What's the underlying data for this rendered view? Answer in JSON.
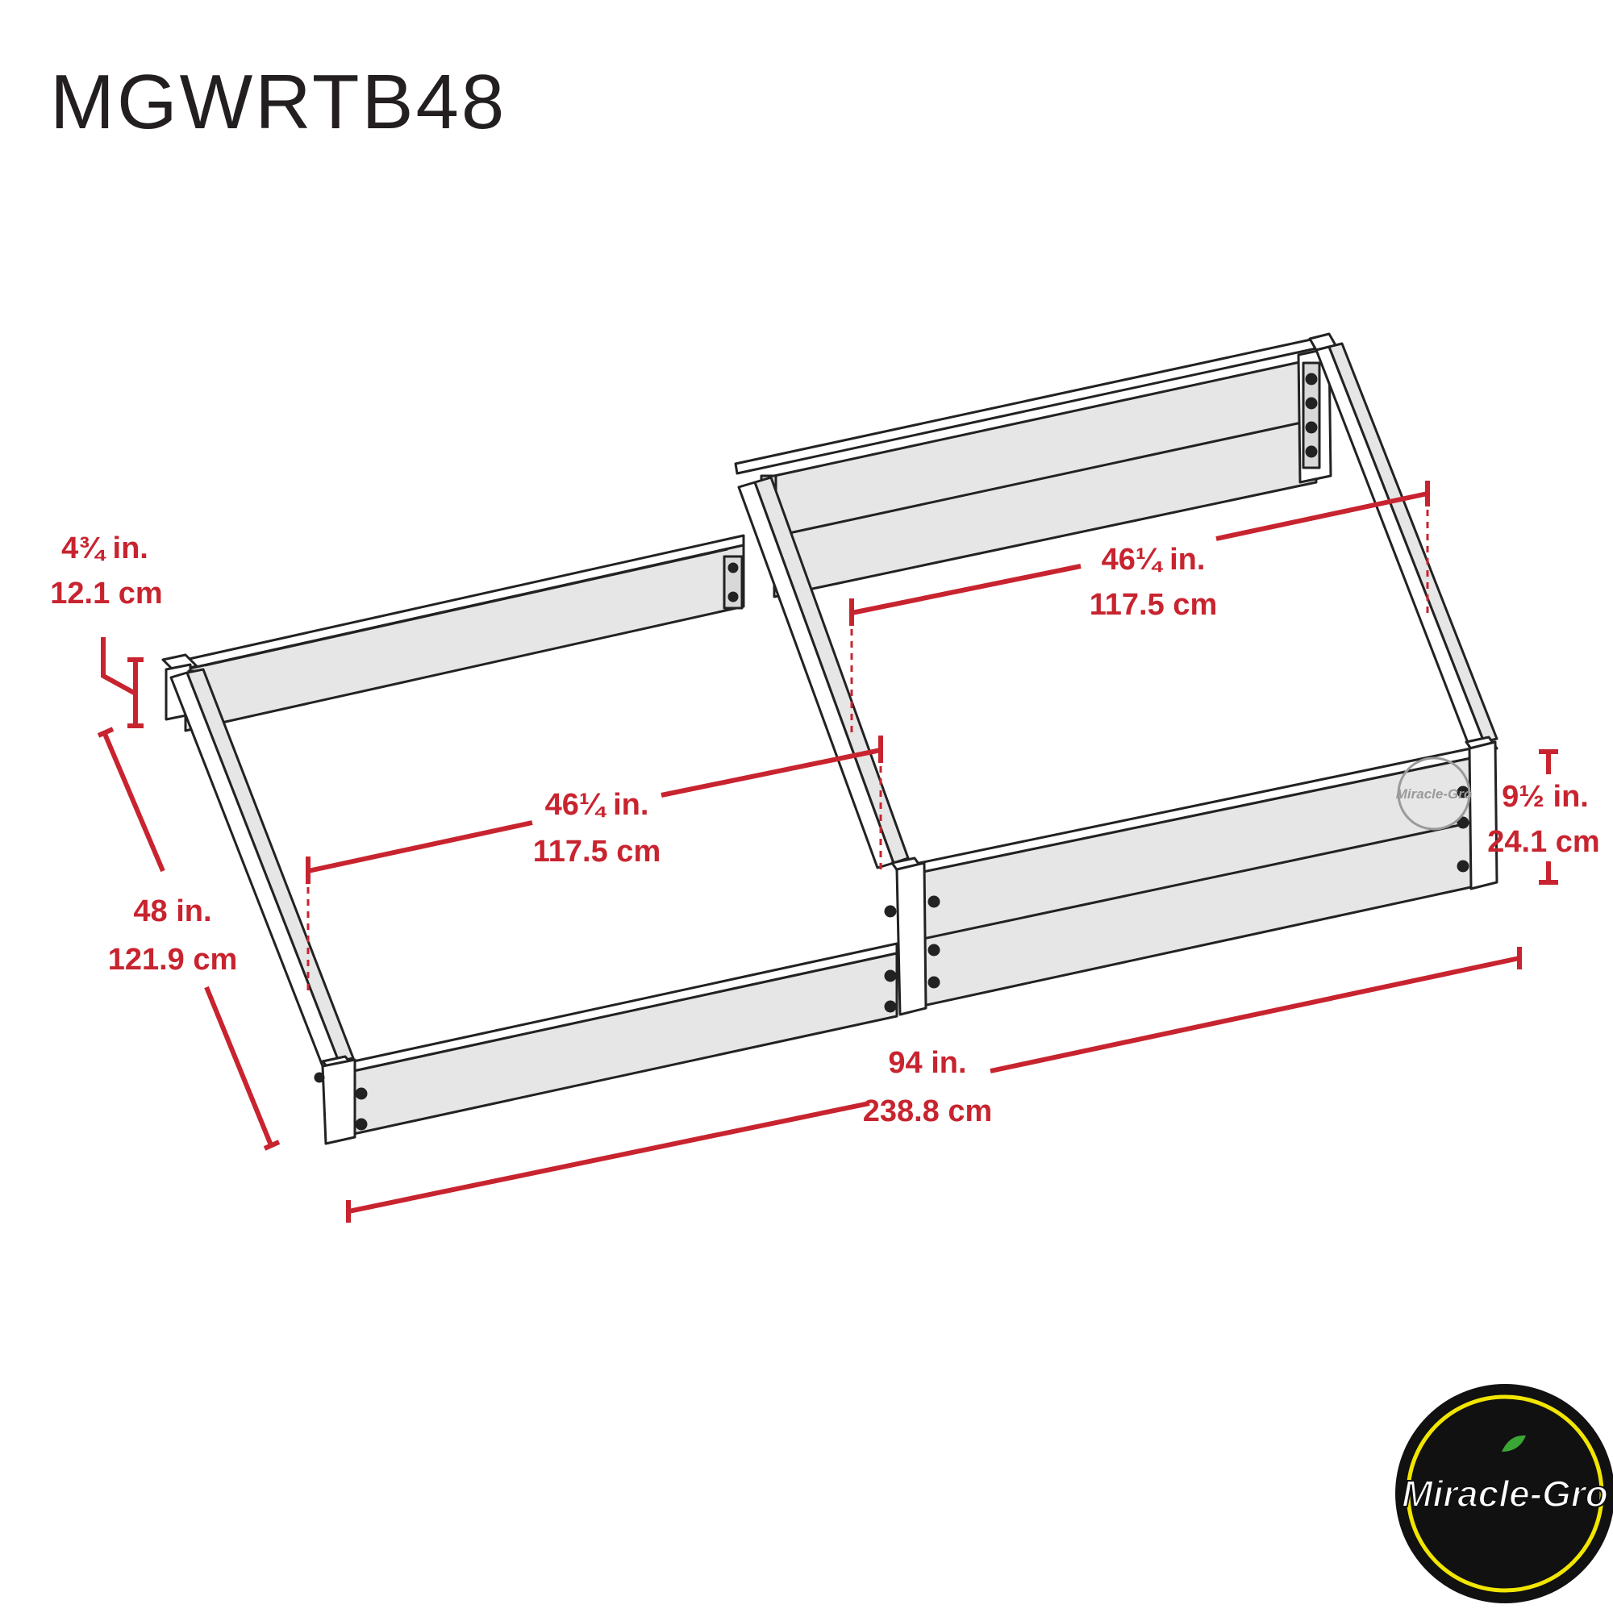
{
  "title": "MGWRTB48",
  "colors": {
    "dimension": "#c8242f",
    "board_face": "#e6e6e6",
    "board_top": "#ffffff",
    "outline": "#222222",
    "logo_ring": "#f2e600",
    "logo_fill": "#111111"
  },
  "dimensions": {
    "post_width": {
      "imperial": "4¾ in.",
      "metric": "12.1 cm"
    },
    "bed_width": {
      "imperial": "48 in.",
      "metric": "121.9 cm"
    },
    "section_left": {
      "imperial": "46¼ in.",
      "metric": "117.5 cm"
    },
    "section_right": {
      "imperial": "46¼ in.",
      "metric": "117.5 cm"
    },
    "bed_height": {
      "imperial": "9½ in.",
      "metric": "24.1 cm"
    },
    "bed_length": {
      "imperial": "94 in.",
      "metric": "238.8 cm"
    }
  },
  "brand": {
    "logo_text": "Miracle-Gro",
    "badge_text": "Miracle-Gro"
  }
}
